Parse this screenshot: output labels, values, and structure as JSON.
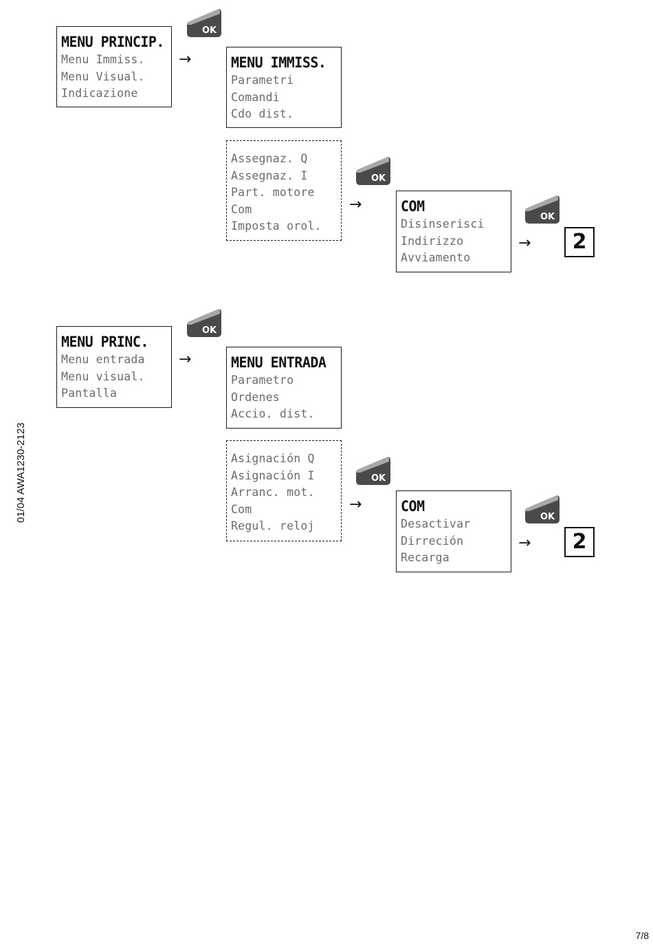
{
  "diagram_it": {
    "main_menu": {
      "title": "MENU PRINCIP.",
      "items": [
        "Menu Immiss.",
        "Menu Visual.",
        "Indicazione"
      ]
    },
    "input_menu": {
      "title": "MENU IMMISS.",
      "items": [
        "Parametri",
        "Comandi",
        "Cdo dist."
      ]
    },
    "sub_menu": {
      "items": [
        "Assegnaz. Q",
        "Assegnaz. I",
        "Part. motore",
        "Com",
        "Imposta orol."
      ]
    },
    "com_menu": {
      "title": "COM",
      "items": [
        "Disinserisci",
        "Indirizzo",
        "Avviamento"
      ]
    },
    "ref": "2"
  },
  "diagram_es": {
    "main_menu": {
      "title": "MENU PRINC.",
      "items": [
        "Menu entrada",
        "Menu visual.",
        "Pantalla"
      ]
    },
    "input_menu": {
      "title": "MENU ENTRADA",
      "items": [
        "Parametro",
        "Ordenes",
        "Accio. dist."
      ]
    },
    "sub_menu": {
      "items": [
        "Asignación Q",
        "Asignación I",
        "Arranc. mot.",
        "Com",
        "Regul. reloj"
      ]
    },
    "com_menu": {
      "title": "COM",
      "items": [
        "Desactivar",
        "Dirreción",
        "Recarga"
      ]
    },
    "ref": "2"
  },
  "ok_key_label": "OK",
  "arrow_glyph": "→",
  "side_code": "01/04 AWA1230-2123",
  "page_number": "7/8",
  "colors": {
    "frame": "#1a1a1a",
    "inactive_text": "#6b6b6b",
    "key_top": "#9a9a9a",
    "key_body": "#4a4a4a"
  },
  "icons": {
    "ok_key": "ok-key-icon",
    "arrow": "arrow-right-icon"
  }
}
